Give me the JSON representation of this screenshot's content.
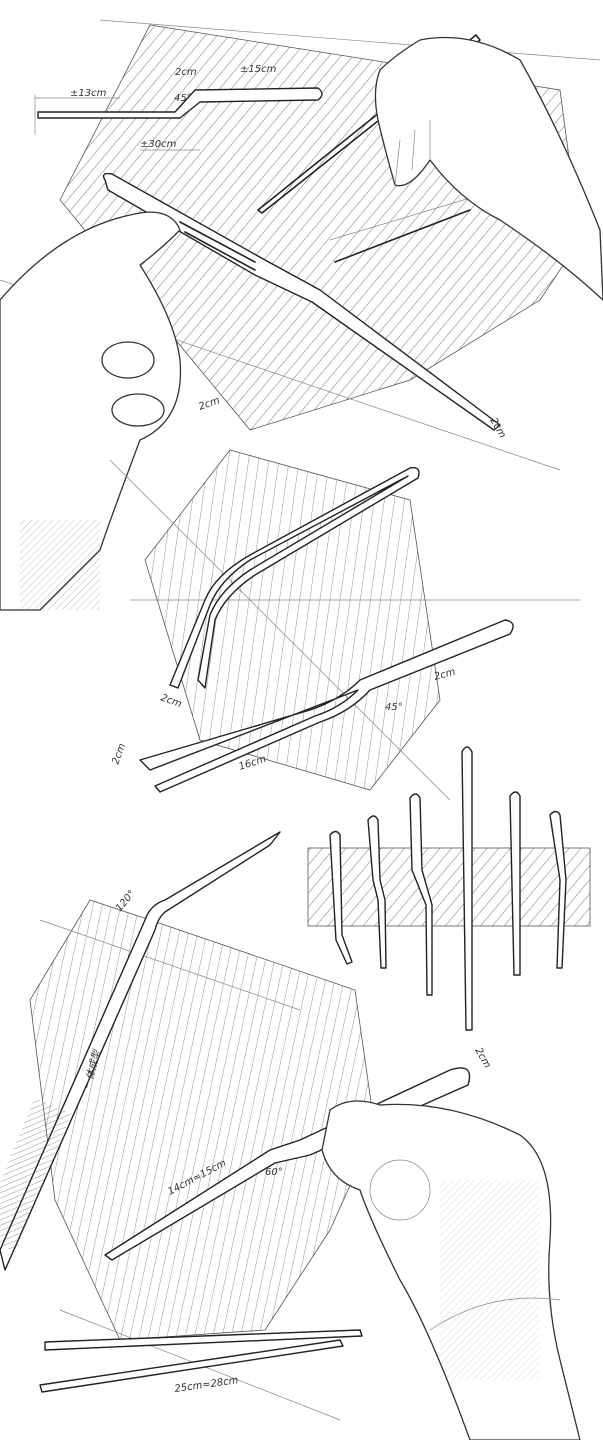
{
  "title": "Curved tweezers product design sketch",
  "annotations": {
    "top_left_length": "±13cm",
    "top_bend_length": "±15cm",
    "top_total_length": "±30cm",
    "top_small": "2cm",
    "top_angle": "45°",
    "first_sketch_width": "2cm",
    "middle_tip": "2cm",
    "middle_width": "2cm",
    "middle_angle": "45°",
    "middle_length": "16cm",
    "middle_tip2": "2cm",
    "bottom_angle_top": "120°",
    "bottom_side_label": "一体成型",
    "bottom_length": "14cm≈15cm",
    "bottom_angle": "60°",
    "bottom_width": "2cm",
    "bottom_total": "25cm≈28cm"
  },
  "colors": {
    "ink": "#222222",
    "hatch": "#7a7a7a",
    "paper": "#ffffff"
  }
}
